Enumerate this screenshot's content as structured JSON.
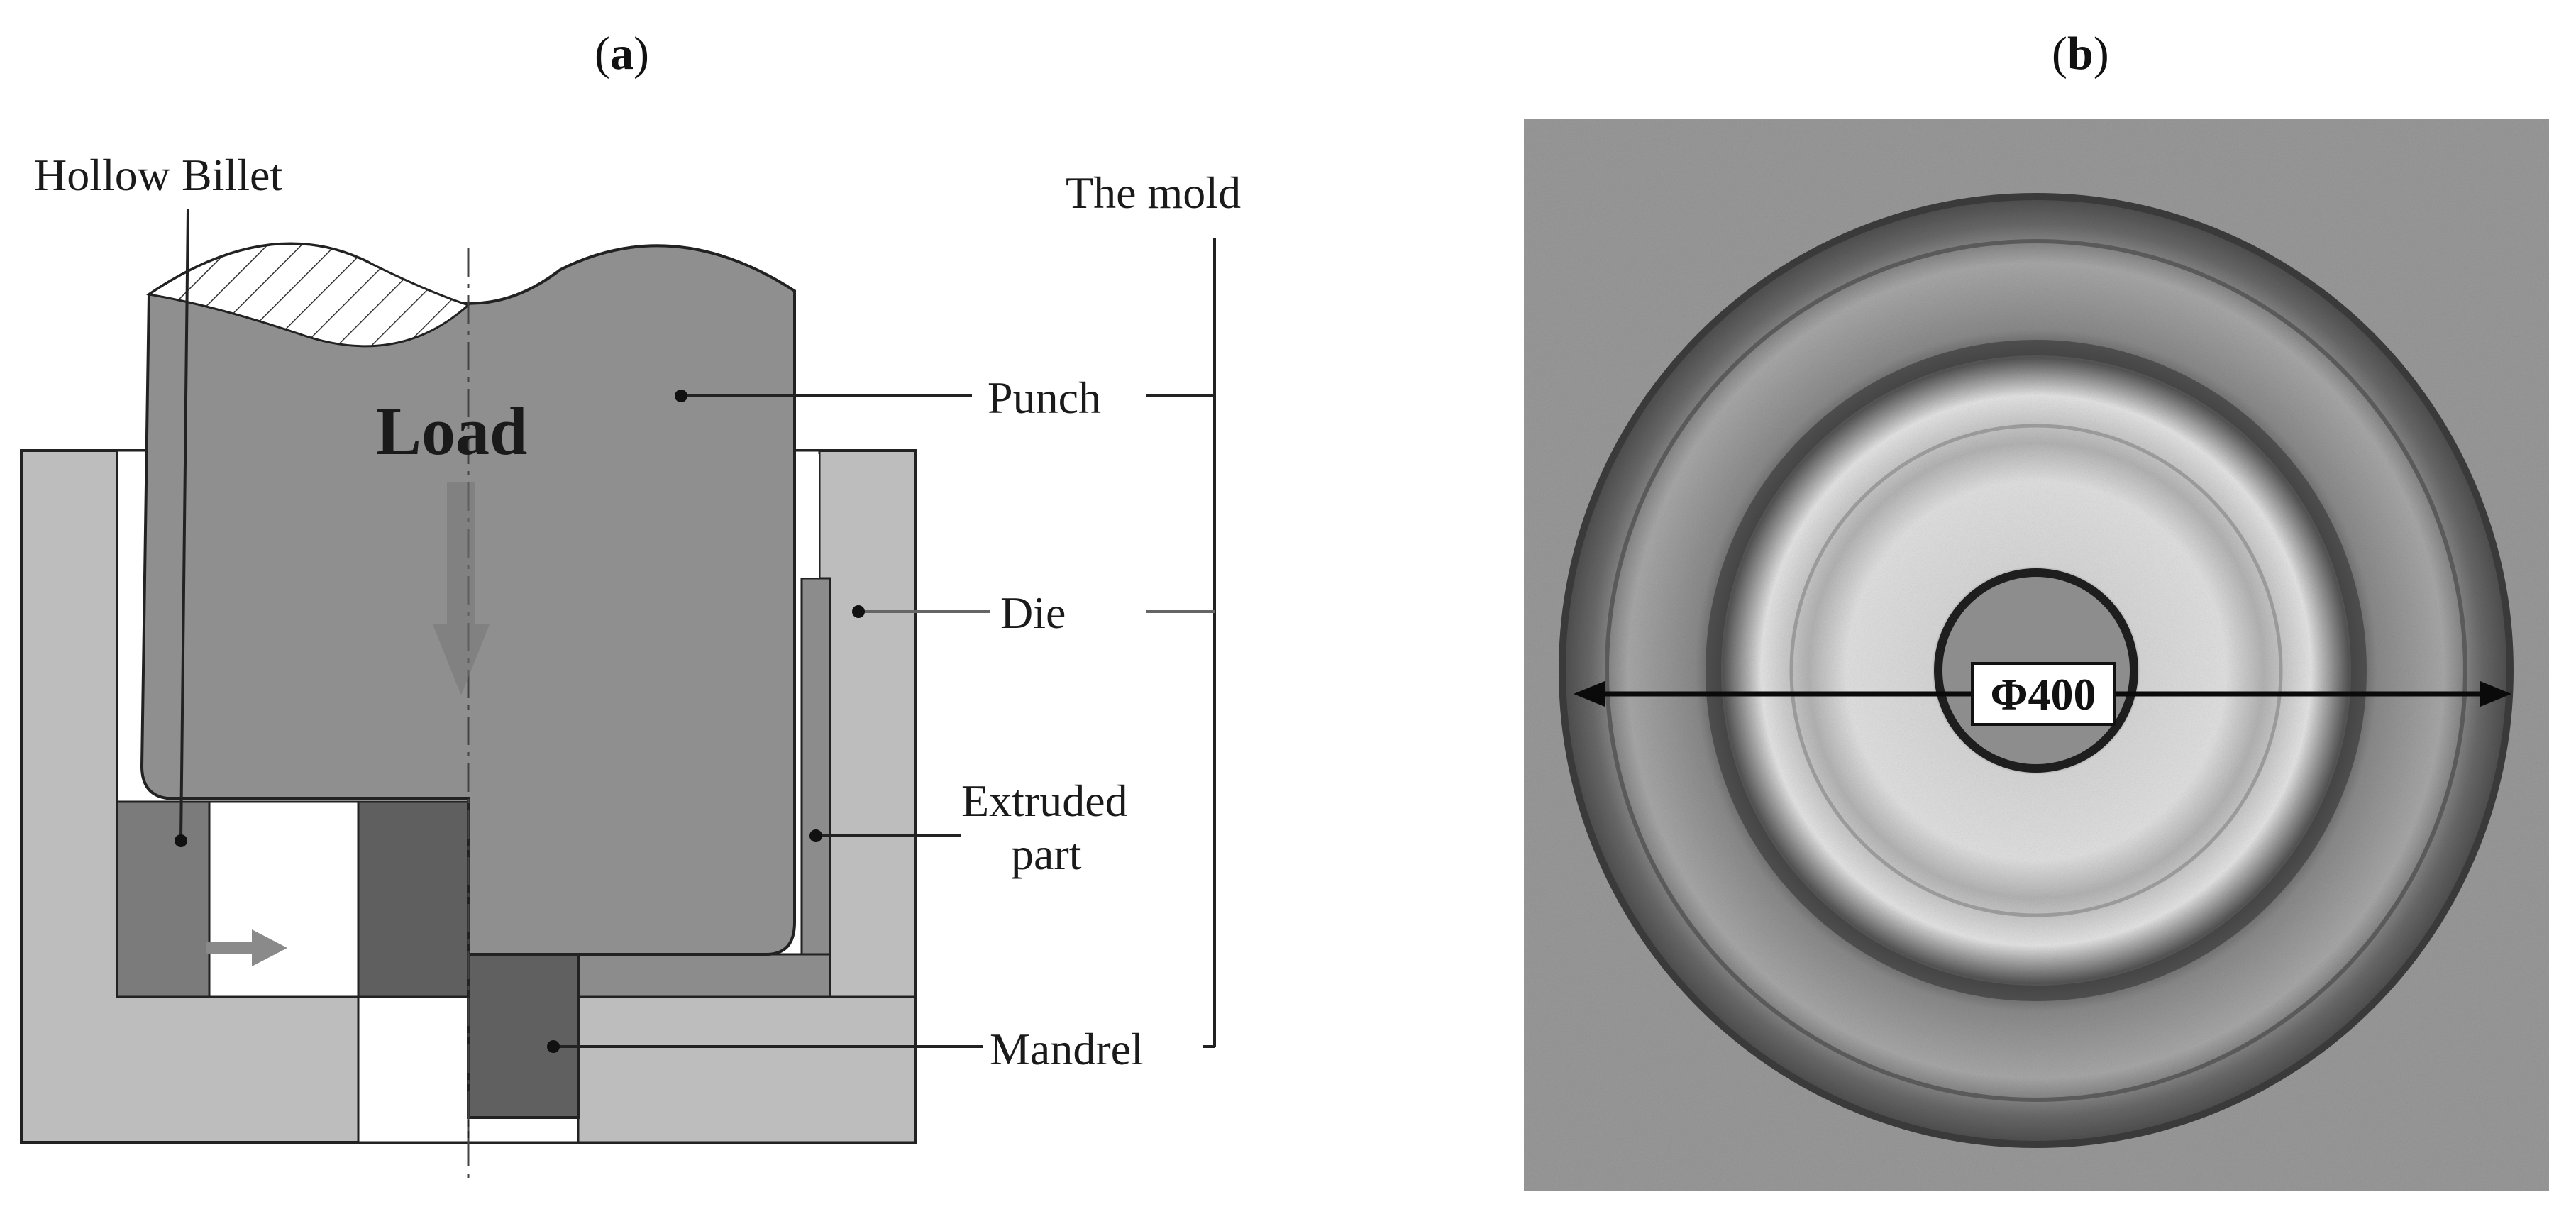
{
  "panel_a": {
    "label_open": "(",
    "label_letter": "a",
    "label_close": ")",
    "labels": {
      "hollow_billet": "Hollow Billet",
      "the_mold": "The mold",
      "punch": "Punch",
      "load": "Load",
      "die": "Die",
      "extruded_part_line1": "Extruded",
      "extruded_part_line2": "part",
      "mandrel": "Mandrel"
    }
  },
  "panel_b": {
    "label_open": "(",
    "label_letter": "b",
    "label_close": ")",
    "dimension_label": "Φ400"
  },
  "colors": {
    "die": "#bdbdbd",
    "punch": "#8f8f8f",
    "billet": "#7b7b7b",
    "mandrel": "#606060",
    "outline": "#222222",
    "photo_bg": "#9a9a9a"
  }
}
